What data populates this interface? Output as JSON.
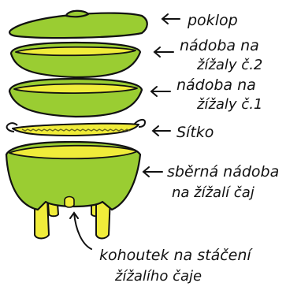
{
  "colors": {
    "green": "#9ACD32",
    "yellow": "#F0EC3A",
    "outline": "#111111",
    "background": "#FFFFFF"
  },
  "labels": {
    "lid": "poklop",
    "tray2_line1": "nádoba na",
    "tray2_line2": "žížaly č.2",
    "tray1_line1": "nádoba na",
    "tray1_line2": "žížaly č.1",
    "sieve": "Sítko",
    "collector_line1": "sběrná nádoba",
    "collector_line2": "na žížalí čaj",
    "tap_line1": "kohoutek na stáčení",
    "tap_line2": "žížalího čaje"
  }
}
